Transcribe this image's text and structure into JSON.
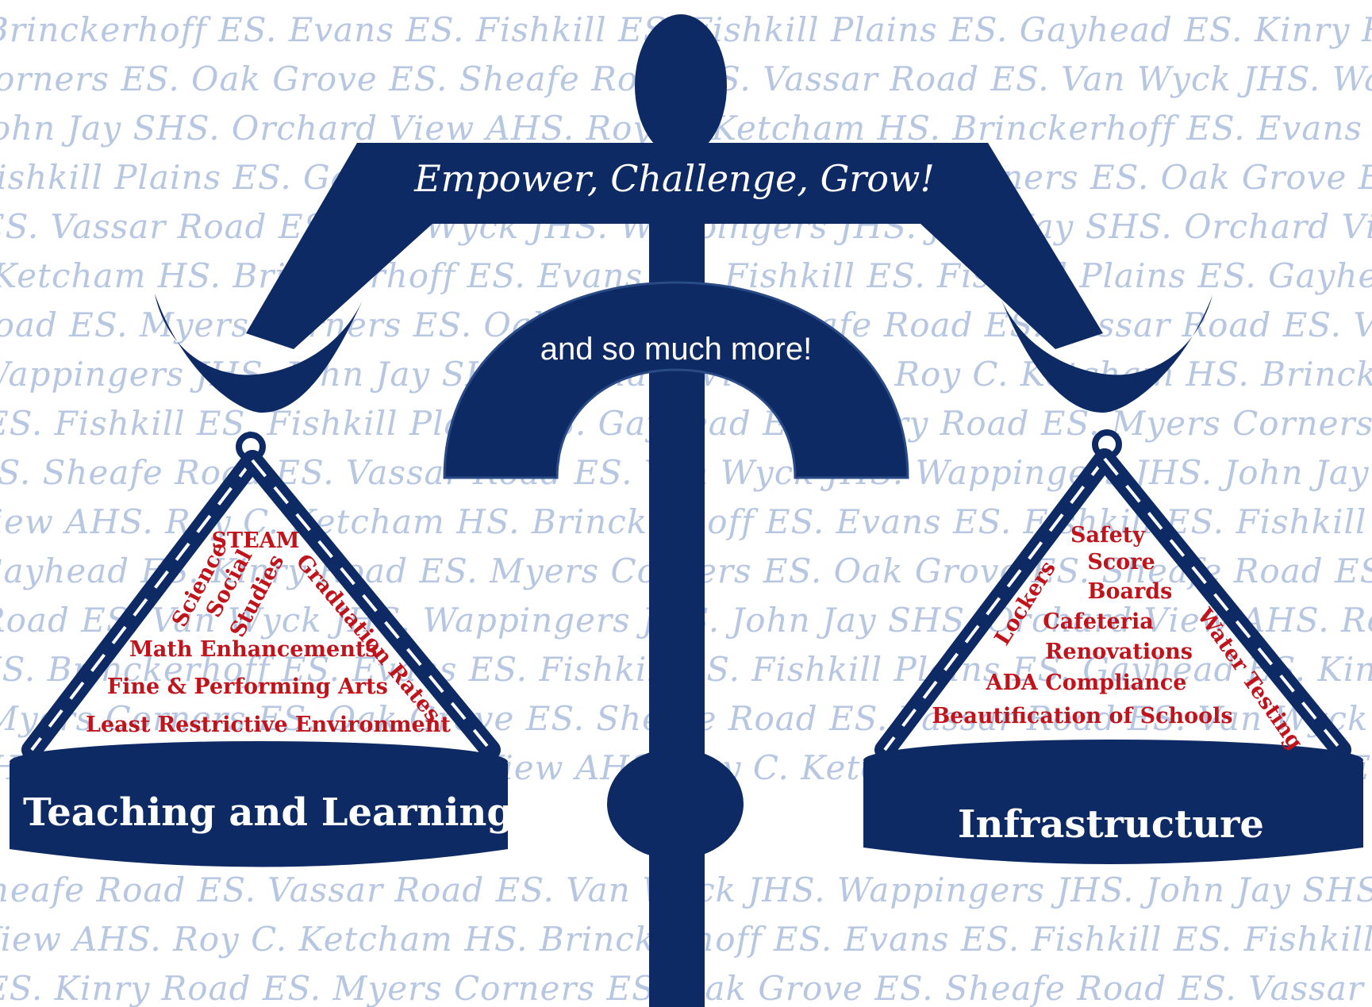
{
  "colors": {
    "navy": "#0d2a64",
    "red": "#c0141c",
    "watermark": "#b7c7e2"
  },
  "motto": "Empower, Challenge, Grow!",
  "arch_text": "and so much more!",
  "left_pan": {
    "label": "Teaching  and Learning",
    "items": {
      "steam": "STEAM",
      "science": "Science",
      "social": "Social",
      "studies": "Studies",
      "graduation": "Graduation Rates",
      "math": "Math Enhancements",
      "arts": "Fine & Performing Arts",
      "lre": "Least Restrictive Environment"
    }
  },
  "right_pan": {
    "label": "Infrastructure",
    "items": {
      "safety": "Safety",
      "score": "Score",
      "boards": "Boards",
      "cafeteria": "Cafeteria",
      "renovations": "Renovations",
      "lockers": "Lockers",
      "water": "Water Testing",
      "ada": "ADA Compliance",
      "beautification": "Beautification of Schools"
    }
  },
  "background_lines": [
    "Brinckerhoff ES. Evans ES. Fishkill ES. Fishkill Plains ES. Gayhead ES. Kinry Road ES. Myers",
    "Corners ES. Oak Grove ES. Sheafe Road ES. Vassar Road ES. Van Wyck JHS. Wappingers JHS.",
    "John Jay SHS. Orchard View AHS. Roy C. Ketcham HS. Brinckerhoff ES. Evans ES. Fishkill ES.",
    "Fishkill Plains ES. Gayhead ES. Kinry Road ES. Myers Corners ES. Oak Grove ES. Sheafe Road",
    "ES. Vassar Road ES. Van Wyck JHS. Wappingers JHS. John Jay SHS. Orchard View AHS. Roy C.",
    "Ketcham HS. Brinckerhoff ES. Evans ES. Fishkill ES. Fishkill Plains ES. Gayhead ES. Kinry",
    "Road ES. Myers Corners ES. Oak Grove ES. Sheafe Road ES. Vassar Road ES. Van Wyck JHS.",
    "Wappingers JHS. John Jay SHS. Orchard View AHS. Roy C. Ketcham HS. Brinckerhoff ES. Evans",
    "ES. Fishkill ES. Fishkill Plains ES. Gayhead ES. Kinry Road ES. Myers Corners ES. Oak Grove",
    "ES. Sheafe Road ES. Vassar Road ES. Van Wyck JHS. Wappingers JHS. John Jay SHS. Orchard",
    "View AHS. Roy C. Ketcham HS. Brinckerhoff ES. Evans ES. Fishkill ES. Fishkill Plains ES.",
    "Gayhead ES. Kinry Road ES. Myers Corners ES. Oak Grove ES. Sheafe Road ES. Vassar",
    "Road ES. Van Wyck JHS. Wappingers JHS. John Jay SHS. Orchard View AHS. Roy C. Ketcham",
    "HS. Brinckerhoff ES. Evans ES. Fishkill ES. Fishkill Plains ES. Gayhead ES. Kinry Road ES.",
    "Myers Corners ES. Oak Grove ES. Sheafe Road ES. Vassar Road ES. Van Wyck JHS. Wappingers",
    "JHS. John Jay SHS. Orchard View AHS. Roy C. Ketcham HS. Brinckerhoff ES. Evans ES.",
    "Sheafe Road ES. Vassar Road ES. Van Wyck JHS. Wappingers JHS. John Jay SHS. Orchard",
    "View AHS. Roy C. Ketcham HS. Brinckerhoff ES. Evans ES. Fishkill ES. Fishkill Plains ES. Gayhead",
    "ES. Kinry Road ES. Myers Corners ES. Oak Grove ES. Sheafe Road ES. Vassar Road ES. Van"
  ]
}
